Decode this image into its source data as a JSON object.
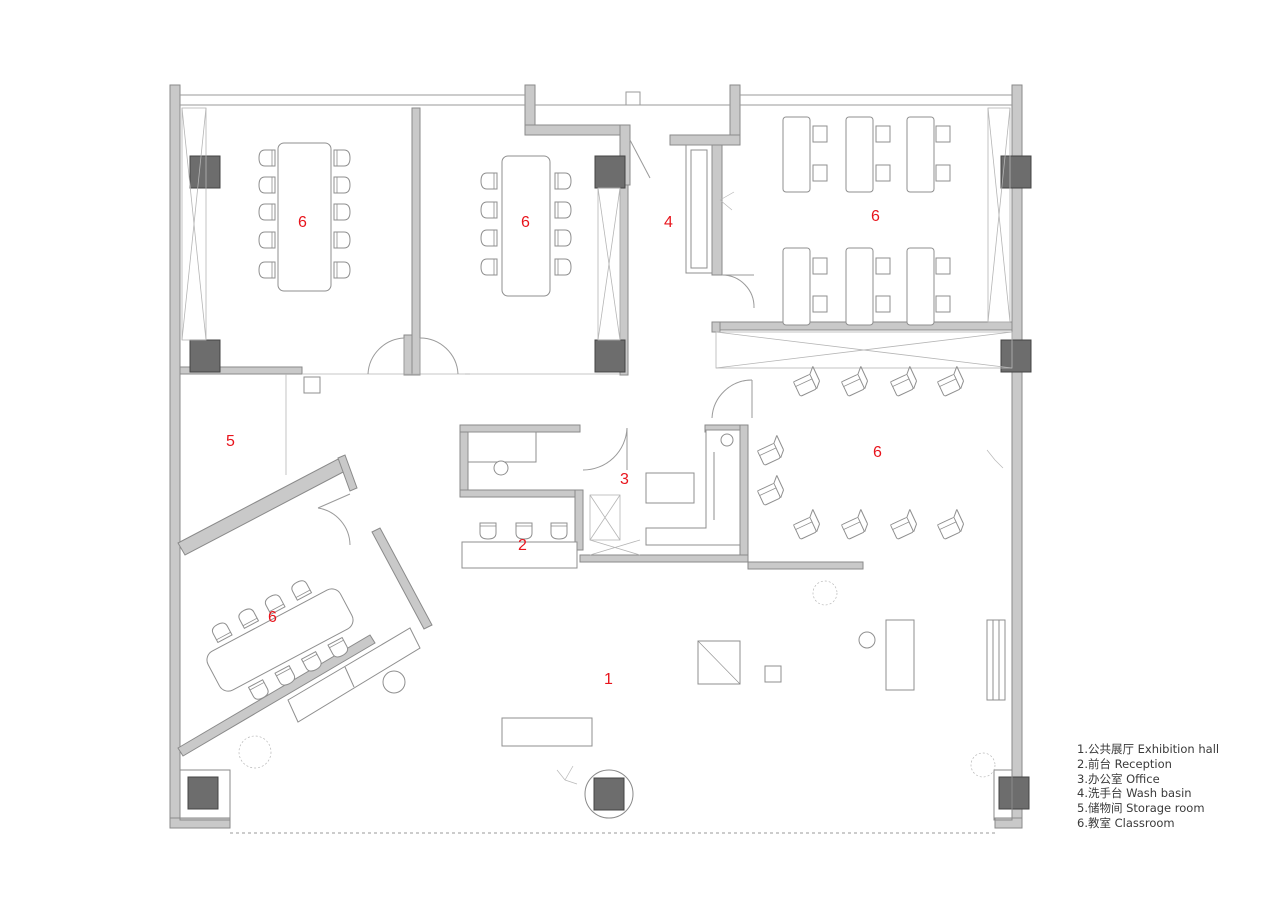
{
  "colors": {
    "wall_fill": "#c9c9c9",
    "wall_stroke": "#8a8a8a",
    "column_fill": "#6d6d6d",
    "line": "#9a9a9a",
    "furniture": "#8f8f8f",
    "label": "#e8141c",
    "legend_text": "#3a3a3a"
  },
  "room_labels": {
    "r1": "1",
    "r2": "2",
    "r3": "3",
    "r4": "4",
    "r5": "5",
    "r6a": "6",
    "r6b": "6",
    "r6c": "6",
    "r6d": "6",
    "r6e": "6"
  },
  "legend": [
    "1.公共展厅  Exhibition hall",
    "2.前台 Reception",
    "3.办公室 Office",
    "4.洗手台 Wash basin",
    "5.储物间  Storage room",
    "6.教室 Classroom"
  ]
}
